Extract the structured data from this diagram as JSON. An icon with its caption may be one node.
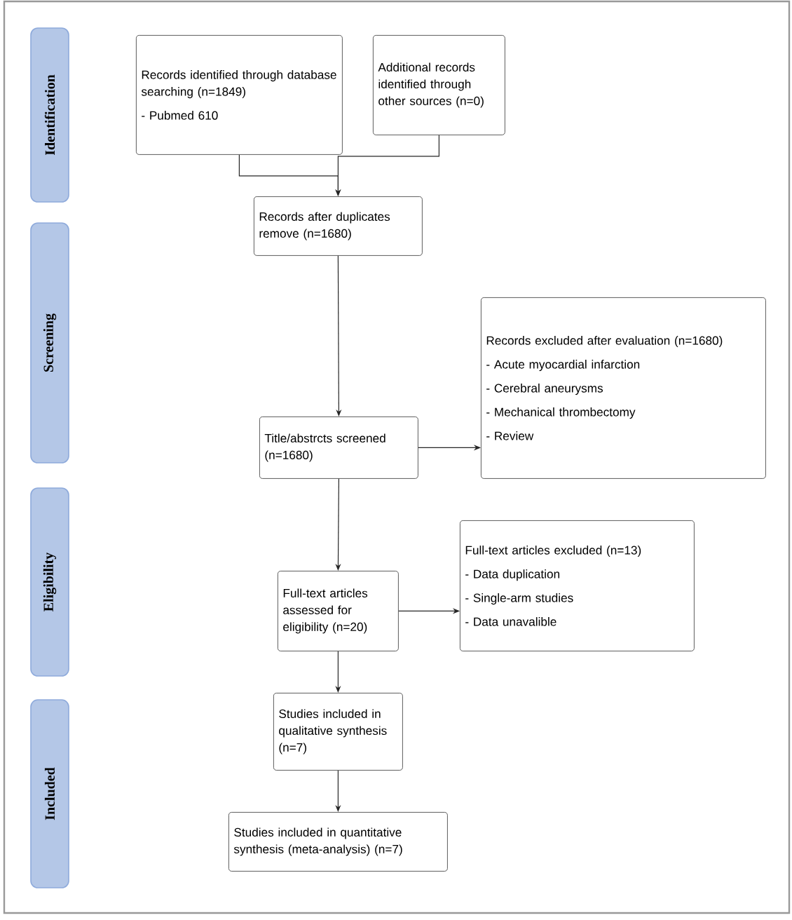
{
  "diagram": {
    "nodes": [
      {
        "text": [
          "Identification"
        ]
      },
      {
        "text": [
          "Screening"
        ]
      },
      {
        "text": [
          "Eligibility"
        ]
      },
      {
        "text": [
          "Included"
        ]
      },
      {
        "text": [
          "Records identified through database searching (n=1849)",
          "- Pubmed 610"
        ]
      },
      {
        "text": [
          "Additional records identified through other sources (n=0)"
        ]
      },
      {
        "text": [
          "Records after duplicates remove (n=1680)"
        ]
      },
      {
        "text": [
          "Records excluded after evaluation (n=1680)",
          "- Acute myocardial infarction",
          "- Cerebral aneurysms",
          "- Mechanical thrombectomy",
          "- Review"
        ]
      },
      {
        "text": [
          "Title/abstrcts screened (n=1680)"
        ]
      },
      {
        "text": [
          "Full-text articles excluded (n=13)",
          "- Data duplication",
          "- Single-arm studies",
          "- Data unavalible"
        ]
      },
      {
        "text": [
          "Full-text articles assessed for eligibility (n=20)"
        ]
      },
      {
        "text": [
          "Studies included in qualitative synthesis (n=7)"
        ]
      },
      {
        "text": [
          "Studies included in quantitative synthesis (meta-analysis) (n=7)"
        ]
      }
    ],
    "edges": [
      {
        "from": 4,
        "to": 6,
        "arrow": "to"
      },
      {
        "from": 5,
        "to": 6,
        "arrow": "to"
      },
      {
        "from": 6,
        "to": 8,
        "arrow": "to"
      },
      {
        "from": 8,
        "to": 7,
        "arrow": "to"
      },
      {
        "from": 8,
        "to": 10,
        "arrow": "to"
      },
      {
        "from": 10,
        "to": 9,
        "arrow": "to"
      },
      {
        "from": 10,
        "to": 11,
        "arrow": "to"
      },
      {
        "from": 11,
        "to": 12,
        "arrow": "to"
      }
    ]
  }
}
